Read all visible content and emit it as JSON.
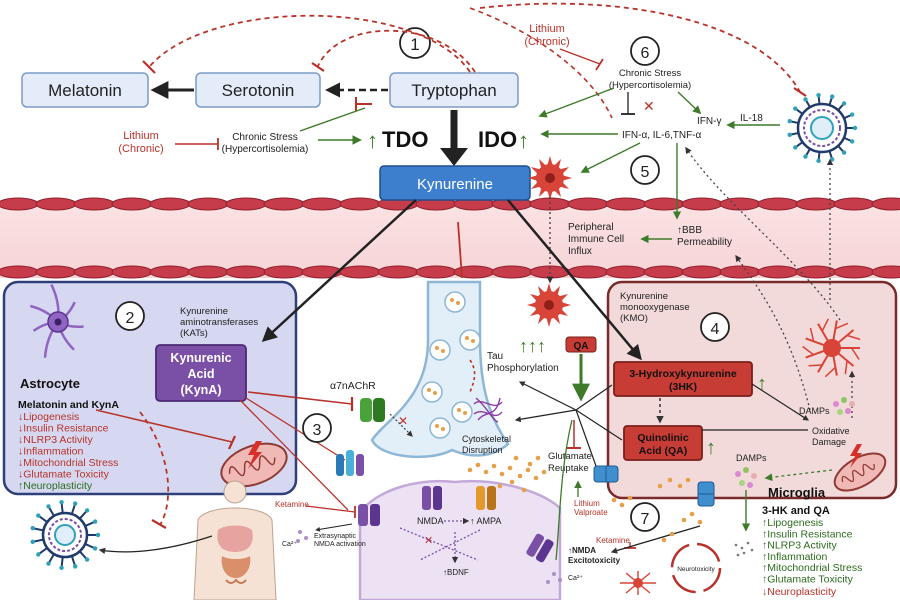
{
  "steps": {
    "s1": "1",
    "s2": "2",
    "s3": "3",
    "s4": "4",
    "s5": "5",
    "s6": "6",
    "s7": "7"
  },
  "top": {
    "melatonin": "Melatonin",
    "serotonin": "Serotonin",
    "tryptophan": "Tryptophan",
    "tdo": "TDO",
    "ido": "IDO",
    "kynurenine": "Kynurenine",
    "lithium_left": [
      "Lithium",
      "(Chronic)"
    ],
    "stress_left": [
      "Chronic Stress",
      "(Hypercortisolemia)"
    ],
    "lithium_right": [
      "Lithium",
      "(Chronic)"
    ],
    "stress_right": [
      "Chronic Stress",
      "(Hypercortisolemia)"
    ],
    "ifn_g": "IFN-γ",
    "cytokines": "IFN-α, IL-6,TNF-α",
    "il18": "IL-18",
    "peripheral": [
      "Peripheral",
      "Immune Cell",
      "Influx"
    ],
    "bbb": [
      "↑BBB",
      "Permeability"
    ]
  },
  "astro": {
    "label": "Astrocyte",
    "kats": [
      "Kynurenine",
      "aminotransferases",
      "(KATs)"
    ],
    "kyna": [
      "Kynurenic",
      "Acid",
      "(KynA)"
    ],
    "list_title": "Melatonin and KynA",
    "list_red": [
      "↓Lipogenesis",
      "↓Insulin Resistance",
      "↓NLRP3 Activity",
      "↓Inflammation",
      "↓Mitochondrial Stress",
      "↓Glutamate Toxicity"
    ],
    "list_green": "↑Neuroplasticity"
  },
  "synapse": {
    "a7": "α7nAChR",
    "tau": [
      "Tau",
      "Phosphorylation"
    ],
    "cyto": [
      "Cytoskeletal",
      "Disruption"
    ],
    "glu": [
      "Glutamate",
      "Reuptake"
    ],
    "lithium_val": [
      "Lithium",
      "Valproate"
    ],
    "ketamine_l": "Ketamine",
    "ketamine_r": "Ketamine",
    "extra": [
      "Extrasynaptic",
      "NMDA activation"
    ],
    "ca_l": "Ca²⁺",
    "ca_r": "Ca²⁺",
    "nmda": "NMDA",
    "ampa": "↑ AMPA",
    "bdnf": "↑BDNF",
    "nmda_exc": [
      "↑NMDA",
      "Excitotoxicity"
    ],
    "neurotox": "Neurotoxicity"
  },
  "micro": {
    "kmo": [
      "Kynurenine",
      "monooxygenase",
      "(KMO)"
    ],
    "qa_small": "QA",
    "hk3": [
      "3-Hydroxykynurenine",
      "(3HK)"
    ],
    "qa": [
      "Quinolinic",
      "Acid (QA)"
    ],
    "damps1": "DAMPs",
    "damps2": "DAMPs",
    "ox": [
      "Oxidative",
      "Damage"
    ],
    "label": "Microglia",
    "list_title": "3-HK and QA",
    "list_green": [
      "↑Lipogenesis",
      "↑Insulin Resistance",
      "↑NLRP3 Activity",
      "↑Inflammation",
      "↑Mitochondrial Stress",
      "↑Glutamate Toxicity"
    ],
    "list_red": "↓Neuroplasticity"
  },
  "colors": {
    "box_fill": "#e3ecf8",
    "box_stroke": "#7d9bc7",
    "red": "#b8322a",
    "green": "#3d7a2a",
    "astro_bg": "#d5d8f0",
    "micro_bg": "#f1dad9",
    "kyn_blue": "#3e7fcd",
    "kyna_purple": "#7a4fa6",
    "bar_red": "#c73c35"
  }
}
